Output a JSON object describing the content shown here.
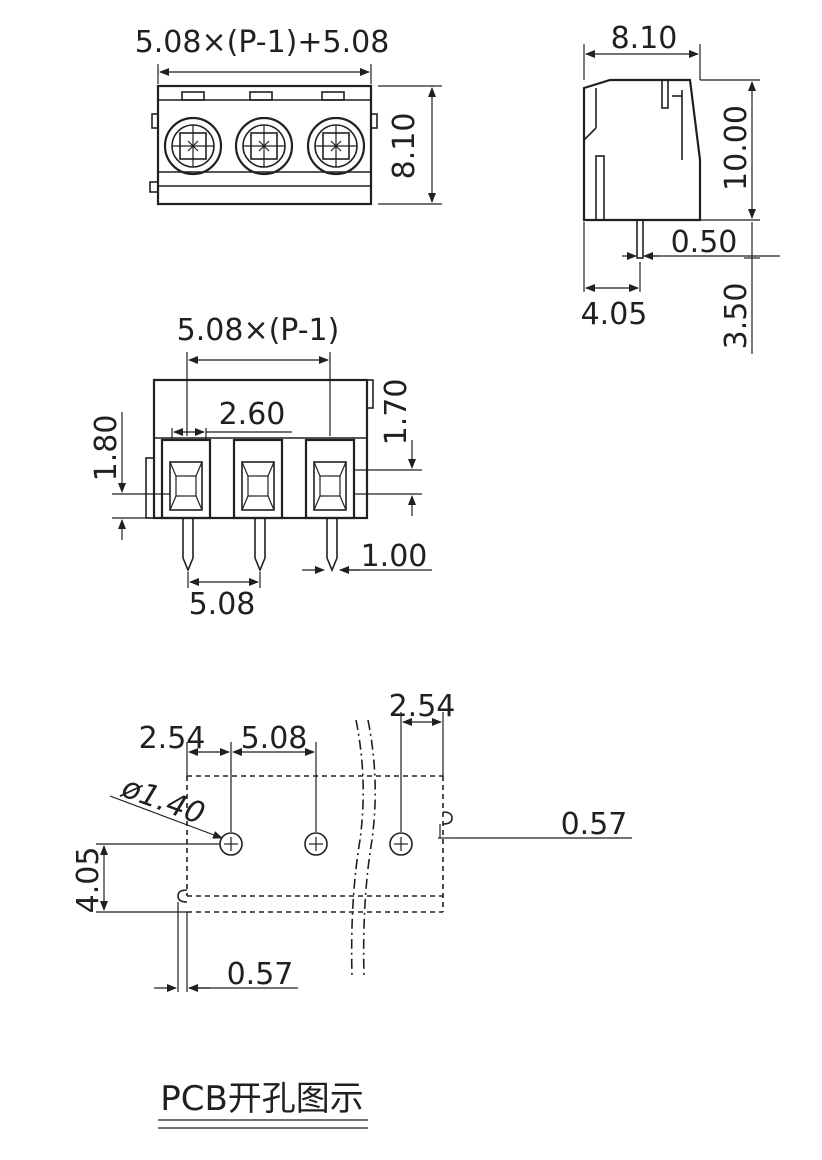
{
  "top_view": {
    "width_formula": "5.08×(P-1)+5.08",
    "height": "8.10"
  },
  "side_view": {
    "depth": "8.10",
    "height": "10.00",
    "pin_thickness": "0.50",
    "pin_offset": "4.05",
    "pin_length": "3.50"
  },
  "front_view": {
    "pitch_formula": "5.08×(P-1)",
    "opening_width": "2.60",
    "top_offset": "1.70",
    "bottom_offset": "1.80",
    "pin_width": "1.00",
    "pitch": "5.08"
  },
  "pcb_layout": {
    "edge_to_hole": "2.54",
    "hole_pitch": "5.08",
    "end_offset": "2.54",
    "hole_diameter": "ø1.40",
    "right_notch": "0.57",
    "row_offset": "4.05",
    "bottom_notch": "0.57"
  },
  "caption": "PCB开孔图示"
}
